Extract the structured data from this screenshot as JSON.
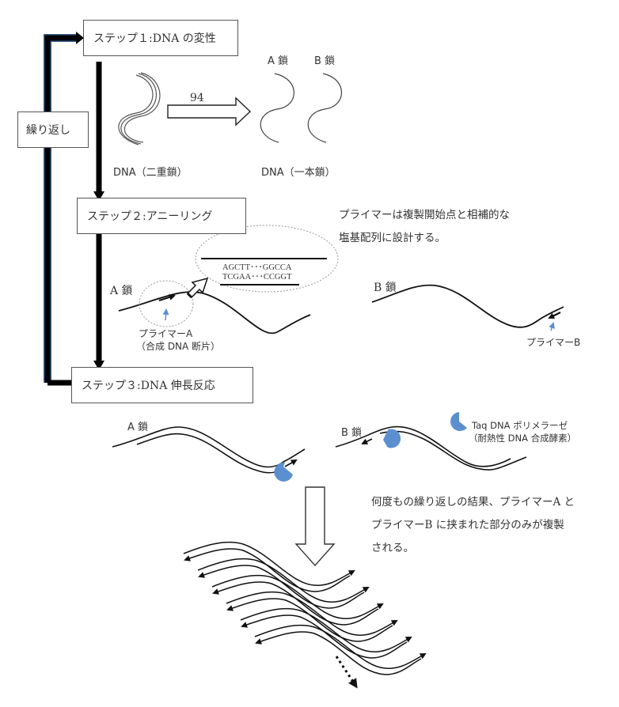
{
  "steps": {
    "step1": "ステップ１:DNA の変性",
    "step2": "ステップ２:アニーリング",
    "step3": "ステップ３:DNA 伸長反応",
    "repeat": "繰り返し"
  },
  "denaturation": {
    "temperature": "94",
    "double_strand_label": "DNA（二重鎖）",
    "single_strand_label": "DNA（一本鎖）",
    "strand_a": "A 鎖",
    "strand_b": "B 鎖"
  },
  "annealing": {
    "strand_a": "A 鎖",
    "strand_b": "B 鎖",
    "primer_a_line1": "プライマーA",
    "primer_a_line2": "（合成 DNA 断片）",
    "primer_b": "プライマーB",
    "sequence_top": "AGCTT･･･GGCCA",
    "sequence_bottom": "TCGAA･･･CCGGT",
    "note_line1": "プライマーは複製開始点と相補的な",
    "note_line2": "塩基配列に設計する。"
  },
  "extension": {
    "strand_a": "A 鎖",
    "strand_b": "B 鎖",
    "enzyme_line1": "Taq DNA ポリメラーゼ",
    "enzyme_line2": "（耐熱性 DNA 合成酵素）"
  },
  "result": {
    "line1": "何度もの繰り返しの結果、プライマーA と",
    "line2": "プライマーB に挟まれた部分のみが複製",
    "line3": "される。"
  },
  "colors": {
    "enzyme": "#5b8fd0",
    "pointer": "#5b8fd0",
    "line": "#111111"
  }
}
